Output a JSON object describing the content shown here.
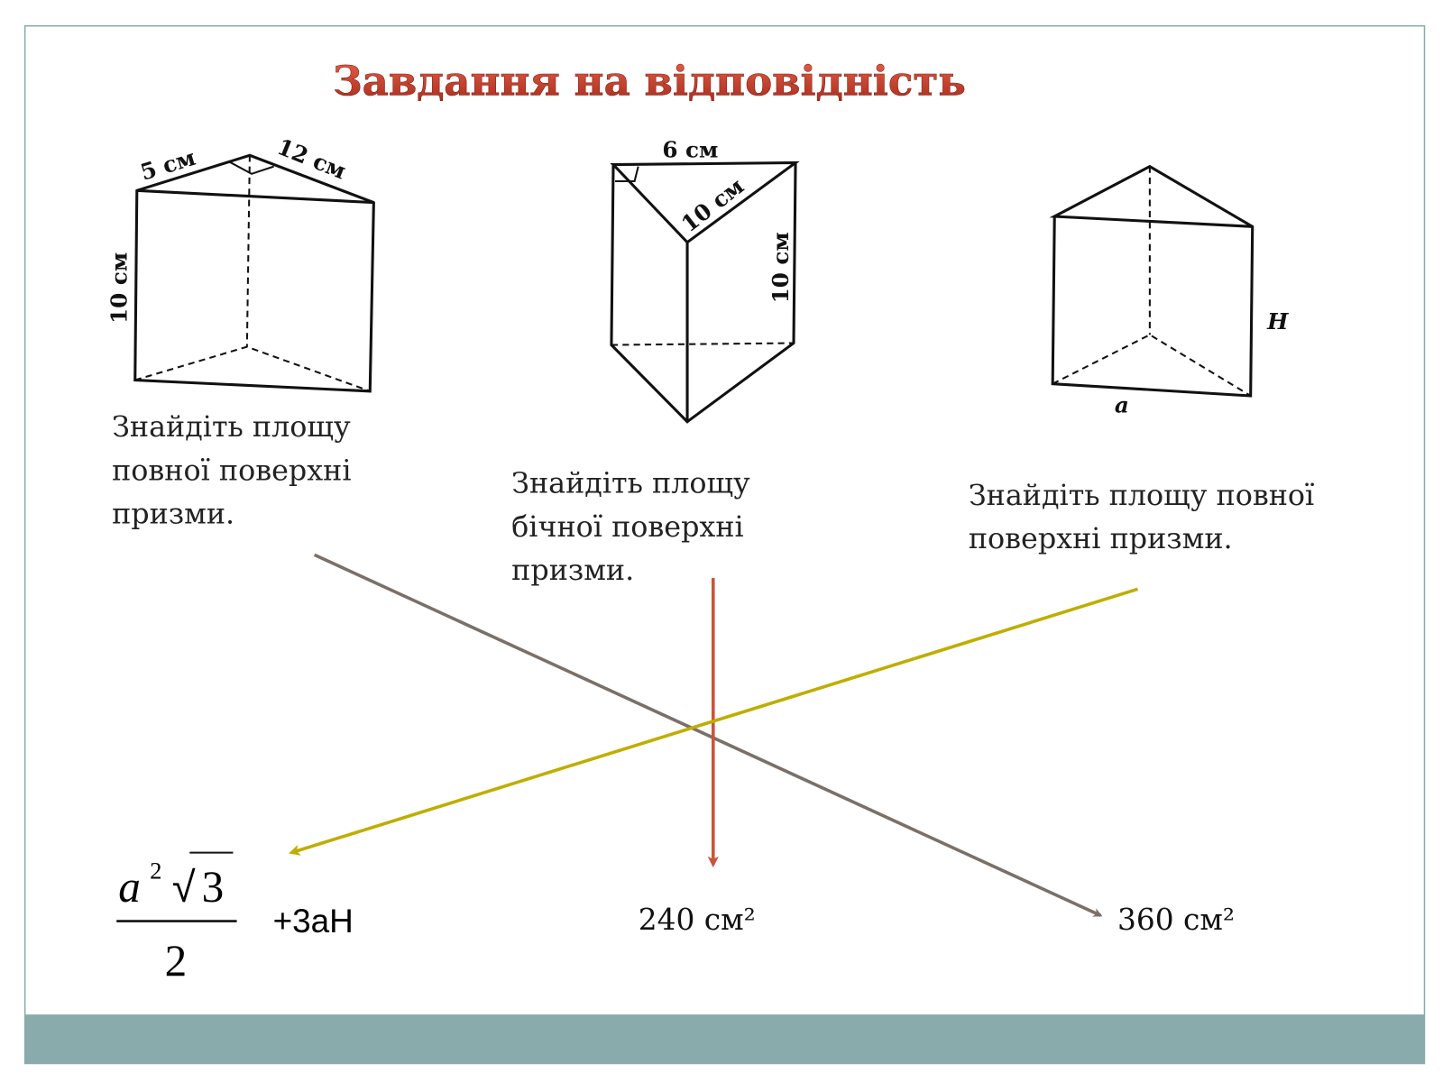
{
  "title": "Завдання на відповідність",
  "figures": [
    {
      "labels": [
        "5 см",
        "12 см",
        "10 см"
      ]
    },
    {
      "labels": [
        "6 см",
        "10 см",
        "10 см"
      ]
    },
    {
      "labels": [
        "H",
        "a"
      ]
    }
  ],
  "tasks": [
    {
      "lines": [
        "Знайдіть площу",
        "повної поверхні",
        "призми."
      ]
    },
    {
      "lines": [
        "Знайдіть площу",
        "бічної поверхні",
        "призми."
      ]
    },
    {
      "lines": [
        "Знайдіть площу повної",
        "поверхні призми."
      ]
    }
  ],
  "answers": {
    "formula": {
      "numerator_a": "a",
      "exp": "2",
      "root_sign": "√",
      "root_value": "3",
      "denominator": "2",
      "suffix": "+3aH"
    },
    "a2": "240 см²",
    "a3": "360 см²"
  },
  "colors": {
    "title": "#c0392b",
    "footer": "#8aabab",
    "gray_arrow": "#7b7068",
    "red_arrow": "#c8553d",
    "yellow_arrow": "#bfae00"
  }
}
